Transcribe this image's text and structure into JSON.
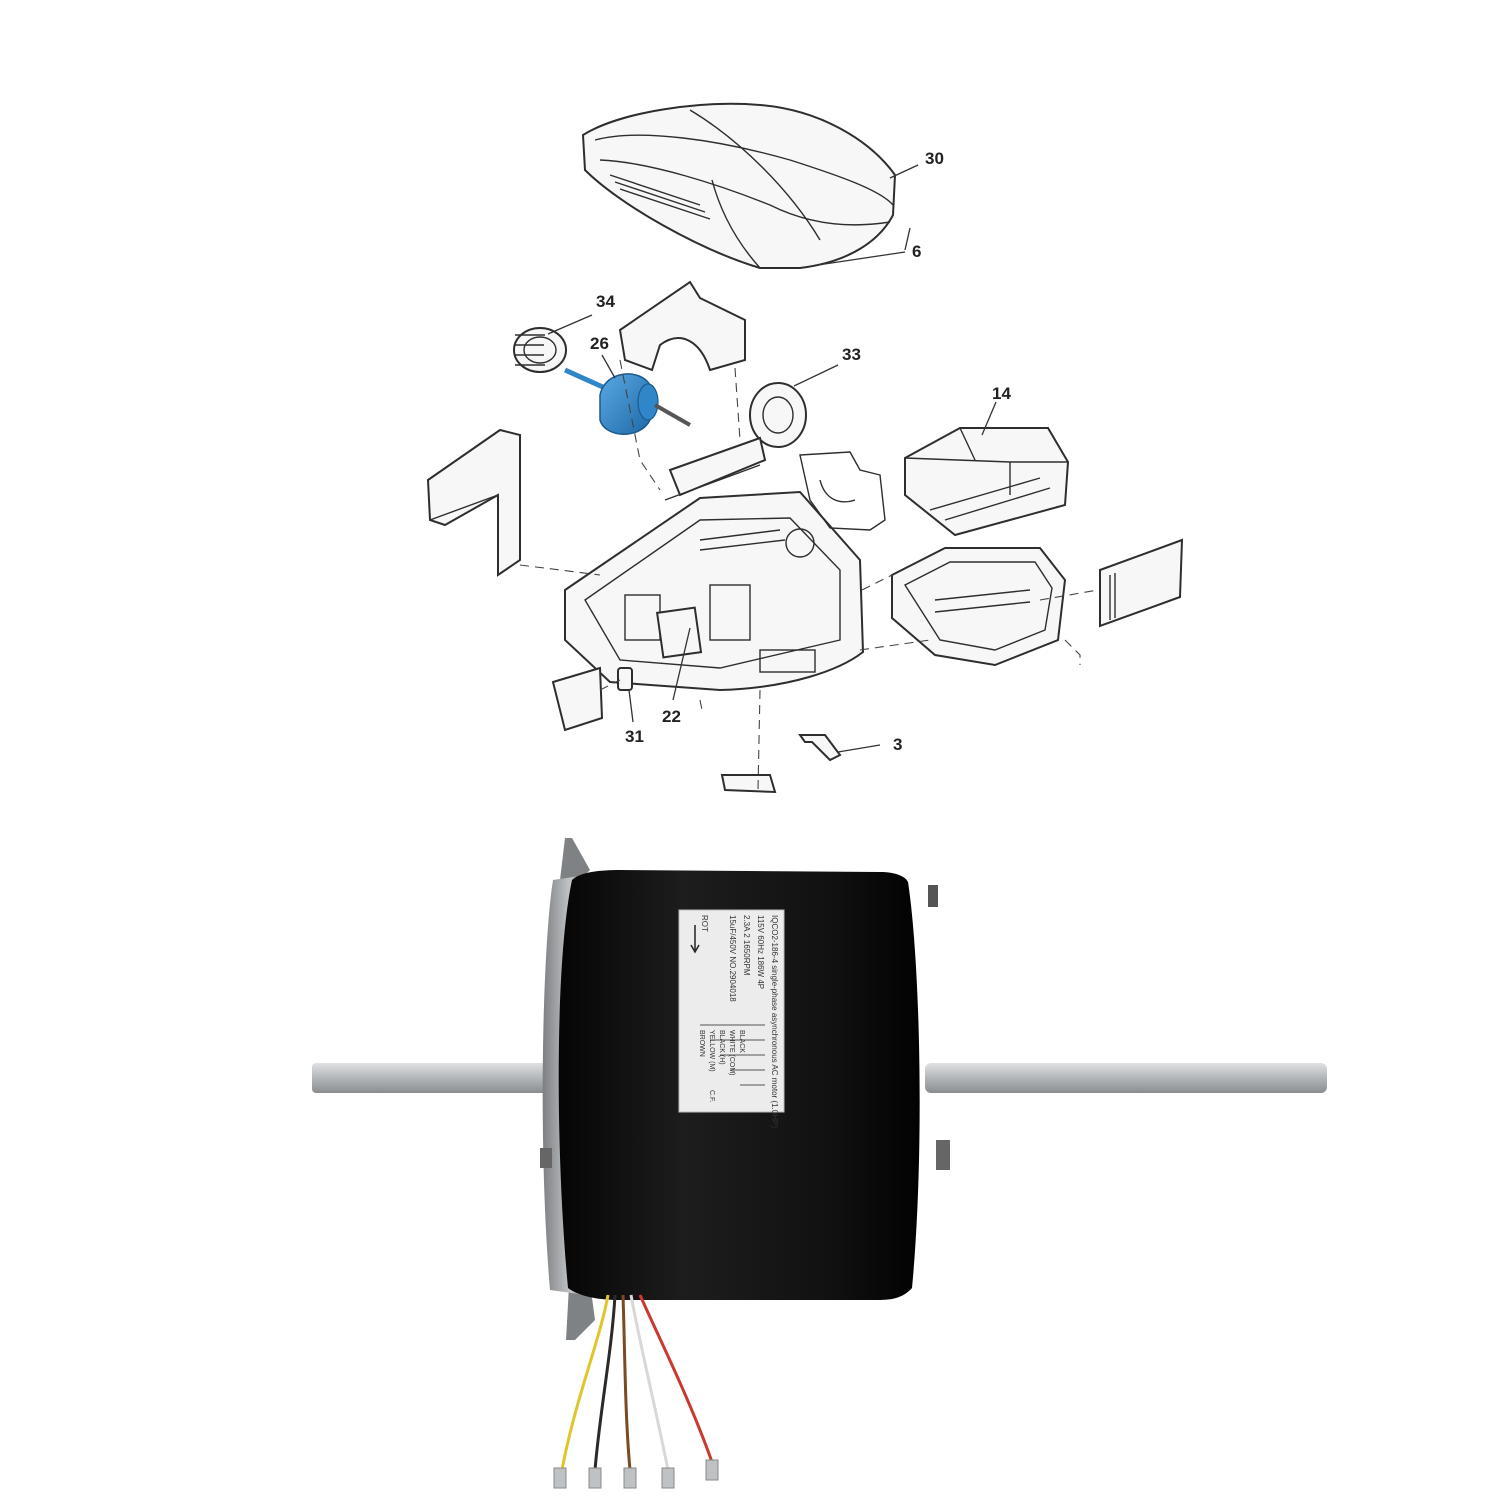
{
  "callouts": {
    "c30": "30",
    "c6": "6",
    "c34": "34",
    "c26": "26",
    "c33": "33",
    "c14": "14",
    "c22": "22",
    "c31": "31",
    "c3": "3"
  },
  "motor_label": {
    "line1": "IQCO2-186-4 single-phase asynchronous AC motor (1.0HP)",
    "line2": "115V 60Hz 186W 4P",
    "line3": "2.3A 2 1650RPM",
    "line4": "15uF/450V NO.2904018",
    "wiring": [
      "BLACK",
      "WHITE (COM)",
      "BLACK (H)",
      "YELLOW (M)",
      "BROWN"
    ],
    "cap": "C.F.",
    "rot": "ROT"
  },
  "colors": {
    "highlight_motor": "#2f86c9",
    "motor_body": "#141414",
    "shaft": "#b9bcbf",
    "flange": "#9ea1a4"
  }
}
